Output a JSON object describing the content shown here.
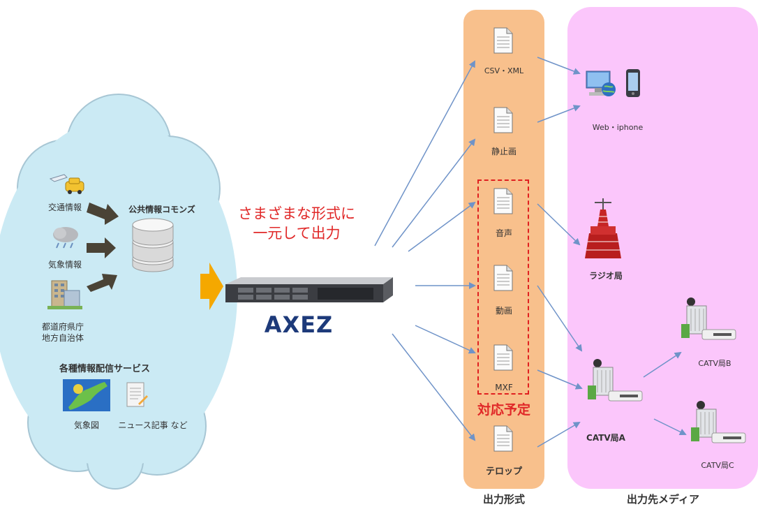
{
  "source": {
    "traffic": "交通情報",
    "weather": "気象情報",
    "gov": "都道府県庁\n地方自治体",
    "services_title": "各種情報配信サービス",
    "weather_map": "気象図",
    "news": "ニュース記事 など"
  },
  "commons_label": "公共情報コモンズ",
  "tagline": "さまざまな形式に\n一元して出力",
  "product": "AXEZ",
  "formats": {
    "csv": "CSV・XML",
    "still": "静止画",
    "audio": "音声",
    "video": "動画",
    "mxf": "MXF",
    "telop": "テロップ"
  },
  "planned": "対応予定",
  "formats_title": "出力形式",
  "media": {
    "web": "Web・iphone",
    "radio": "ラジオ局",
    "catv_a": "CATV局A",
    "catv_b": "CATV局B",
    "catv_c": "CATV局C"
  },
  "media_title": "出力先メディア",
  "colors": {
    "cloud": "#cbeaf4",
    "formats_panel": "#f8c08c",
    "media_panel": "#fbc6fb",
    "arrow_blue": "#6f93c8",
    "tagline_red": "#e02828",
    "product_blue": "#1d3a7a",
    "big_arrow": "#f5a800"
  }
}
